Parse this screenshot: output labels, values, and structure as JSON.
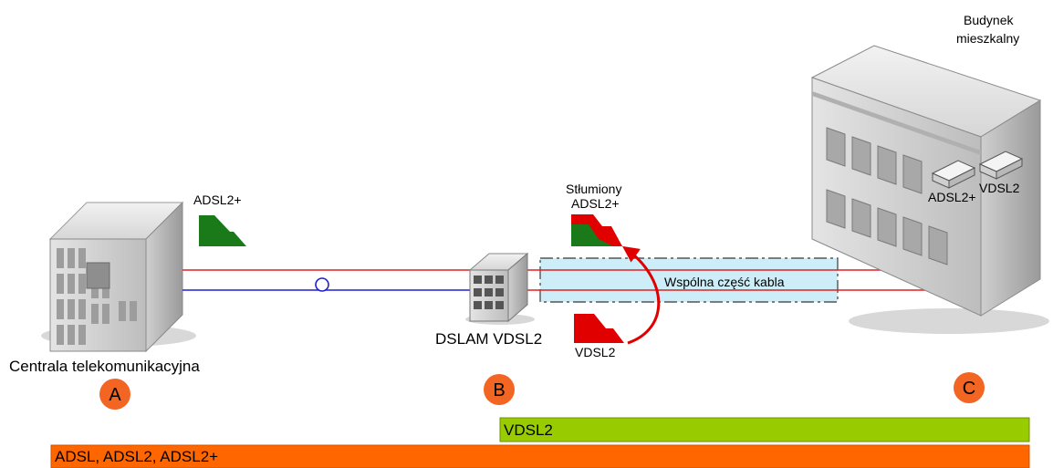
{
  "labels": {
    "building": "Budynek\nmieszkalny",
    "building_line1": "Budynek",
    "building_line2": "mieszkalny",
    "central": "Centrala telekomunikacyjna",
    "dslam": "DSLAM VDSL2",
    "adsl2_top": "ADSL2+",
    "attenuated_line1": "Stłumiony",
    "attenuated_line2": "ADSL2+",
    "vdsl2_signal": "VDSL2",
    "shared_cable": "Wspólna część kabla",
    "modem_adsl": "ADSL2+",
    "modem_vdsl": "VDSL2"
  },
  "markers": [
    {
      "letter": "A"
    },
    {
      "letter": "B"
    },
    {
      "letter": "C"
    }
  ],
  "bars": [
    {
      "label": "VDSL2",
      "color": "#99cc00"
    },
    {
      "label": "ADSL, ADSL2, ADSL2+",
      "color": "#ff6600"
    }
  ],
  "colors": {
    "adsl_line": "#e02020",
    "vdsl_line": "#2020d0",
    "signal_green": "#1a7a1a",
    "signal_red": "#e00000",
    "marker_orange": "#f26522",
    "shared_box": "#cdeef8"
  }
}
